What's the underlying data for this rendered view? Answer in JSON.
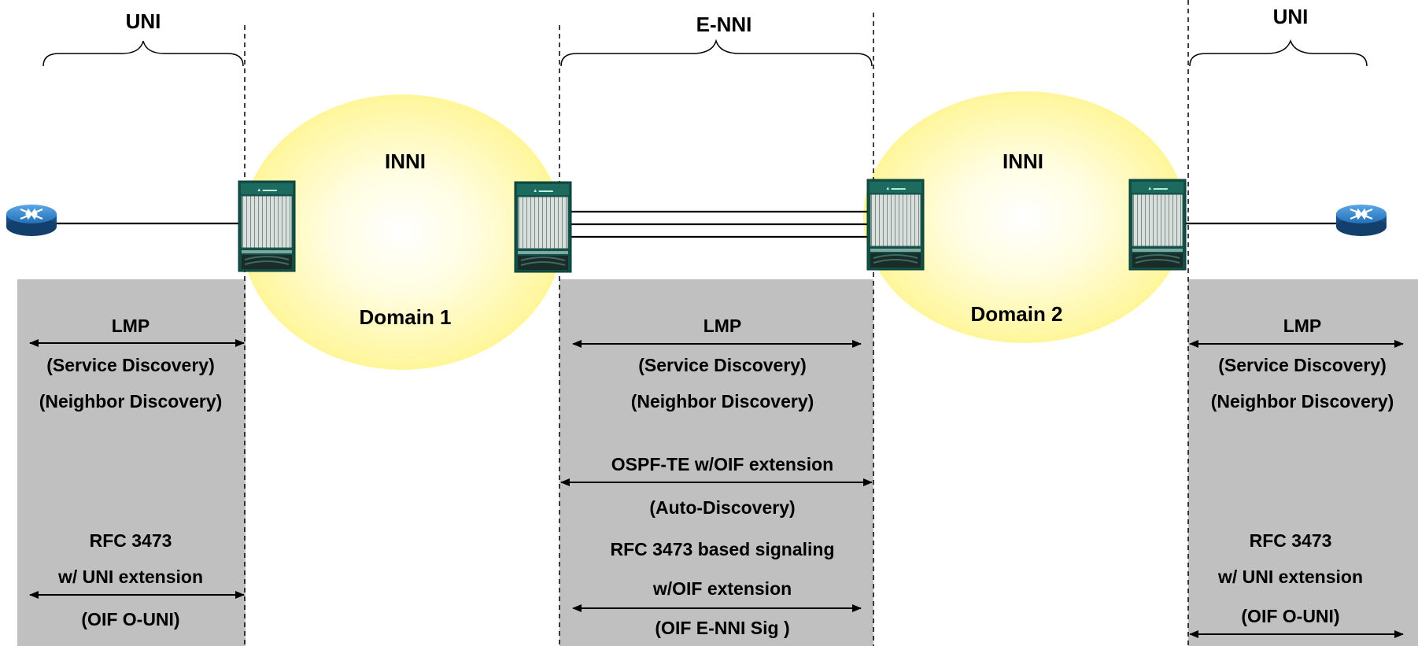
{
  "sections": {
    "left_uni": "UNI",
    "enni": "E-NNI",
    "right_uni": "UNI"
  },
  "domains": {
    "domain1": {
      "inni": "INNI",
      "name": "Domain 1"
    },
    "domain2": {
      "inni": "INNI",
      "name": "Domain 2"
    }
  },
  "left_panel": {
    "lmp": "LMP",
    "service_discovery": "(Service Discovery)",
    "neighbor_discovery": "(Neighbor Discovery)",
    "rfc": "RFC 3473",
    "extension": "w/ UNI extension",
    "oif": "(OIF O-UNI)"
  },
  "middle_panel": {
    "lmp": "LMP",
    "service_discovery": "(Service Discovery)",
    "neighbor_discovery": "(Neighbor Discovery)",
    "ospf": "OSPF-TE w/OIF extension",
    "auto_discovery": "(Auto-Discovery)",
    "rfc": "RFC 3473 based signaling",
    "extension": "w/OIF extension",
    "oif": "(OIF E-NNI Sig )"
  },
  "right_panel": {
    "lmp": "LMP",
    "service_discovery": "(Service Discovery)",
    "neighbor_discovery": "(Neighbor Discovery)",
    "rfc": "RFC 3473",
    "extension": "w/ UNI extension",
    "oif": "(OIF O-UNI)"
  },
  "colors": {
    "panel": "#c0c0c0",
    "domain_center": "#ffffff",
    "domain_edge": "#fff69a",
    "router": "#2f7fc4",
    "switch": "#0f4f45"
  }
}
